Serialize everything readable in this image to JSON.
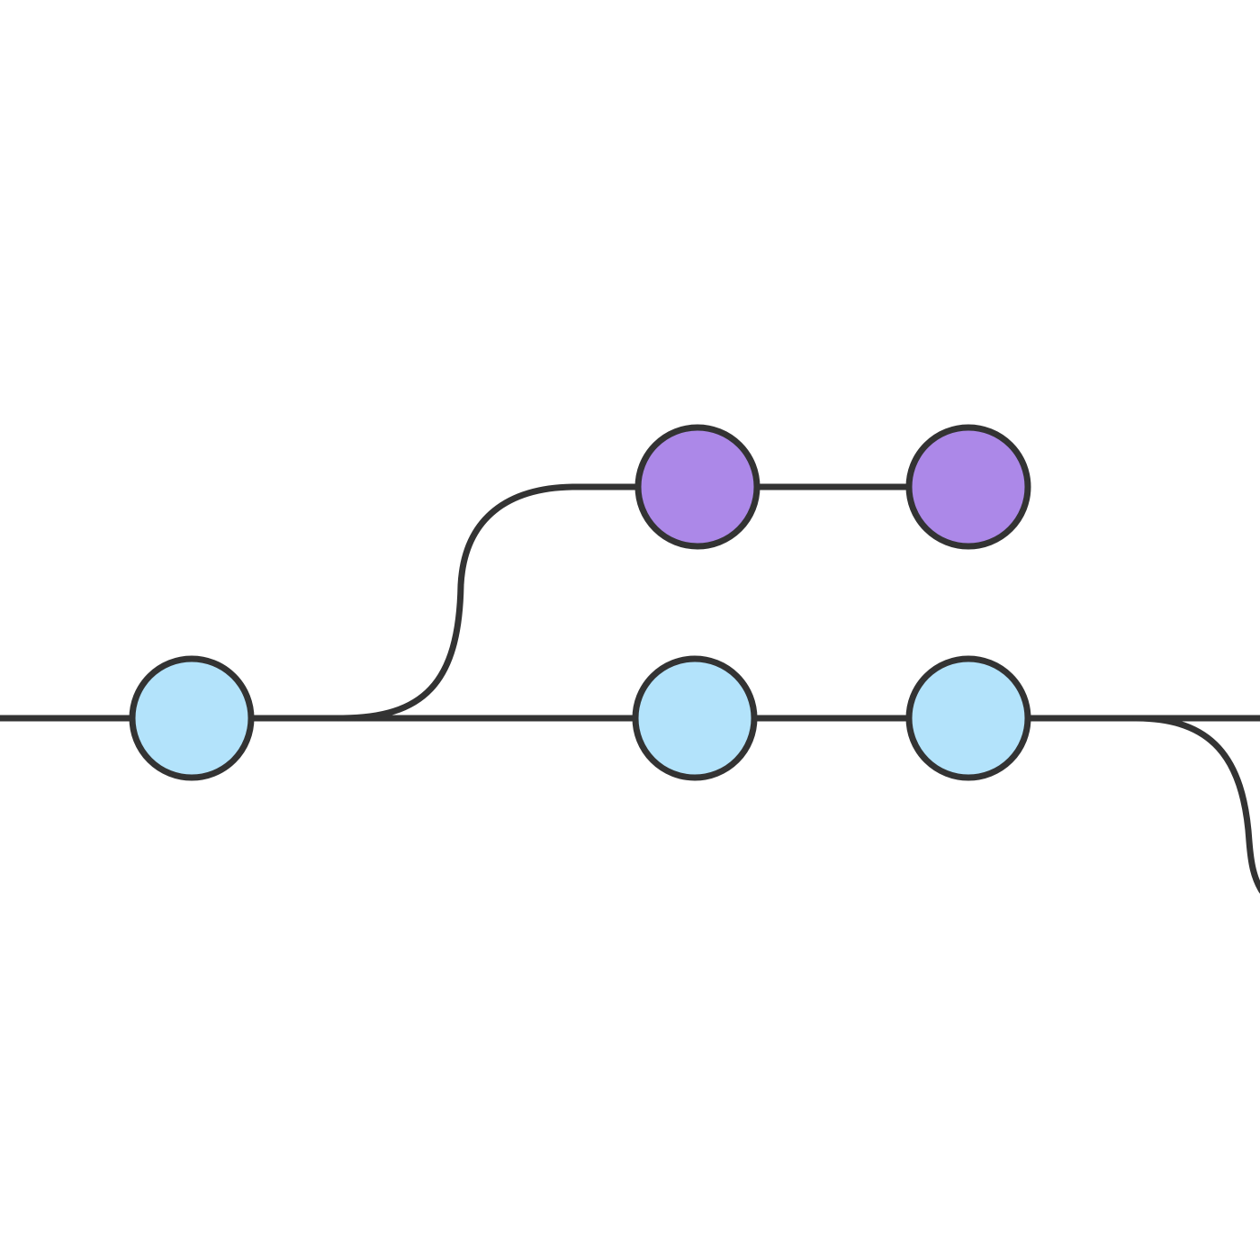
{
  "colors": {
    "background": "#ffffff",
    "line": "#333333",
    "main_branch_commit": "#b3e3fb",
    "feature_branch_commit": "#ac88e8"
  },
  "branches": [
    {
      "id": "main",
      "commits": 3,
      "color_key": "main_branch_commit"
    },
    {
      "id": "feature",
      "commits": 2,
      "color_key": "feature_branch_commit"
    }
  ],
  "commits": [
    {
      "id": "main-commit-1",
      "branch": "main"
    },
    {
      "id": "main-commit-2",
      "branch": "main"
    },
    {
      "id": "main-commit-3",
      "branch": "main"
    },
    {
      "id": "feature-commit-1",
      "branch": "feature"
    },
    {
      "id": "feature-commit-2",
      "branch": "feature"
    }
  ]
}
